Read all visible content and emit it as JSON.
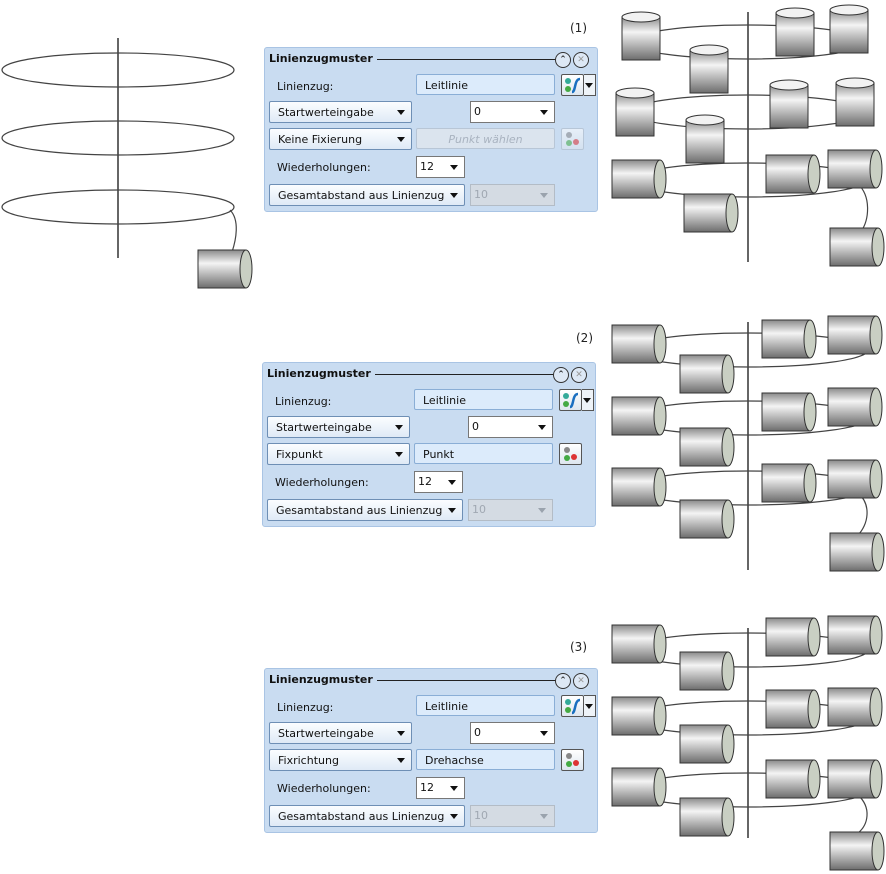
{
  "labels": [
    "(1)",
    "(2)",
    "(3)"
  ],
  "panels": [
    {
      "title": "Linienzugmuster",
      "linienzug_label": "Linienzug:",
      "linienzug_value": "Leitlinie",
      "start_mode": "Startwerteingabe",
      "start_value": "0",
      "fix_mode": "Keine Fixierung",
      "fix_value": "Punkt wählen",
      "fix_disabled": true,
      "rep_label": "Wiederholungen:",
      "rep_value": "12",
      "dist_mode": "Gesamtabstand aus Linienzug",
      "dist_value": "10"
    },
    {
      "title": "Linienzugmuster",
      "linienzug_label": "Linienzug:",
      "linienzug_value": "Leitlinie",
      "start_mode": "Startwerteingabe",
      "start_value": "0",
      "fix_mode": "Fixpunkt",
      "fix_value": "Punkt",
      "fix_disabled": false,
      "rep_label": "Wiederholungen:",
      "rep_value": "12",
      "dist_mode": "Gesamtabstand aus Linienzug",
      "dist_value": "10"
    },
    {
      "title": "Linienzugmuster",
      "linienzug_label": "Linienzug:",
      "linienzug_value": "Leitlinie",
      "start_mode": "Startwerteingabe",
      "start_value": "0",
      "fix_mode": "Fixrichtung",
      "fix_value": "Drehachse",
      "fix_disabled": false,
      "rep_label": "Wiederholungen:",
      "rep_value": "12",
      "dist_mode": "Gesamtabstand aus Linienzug",
      "dist_value": "10"
    }
  ]
}
